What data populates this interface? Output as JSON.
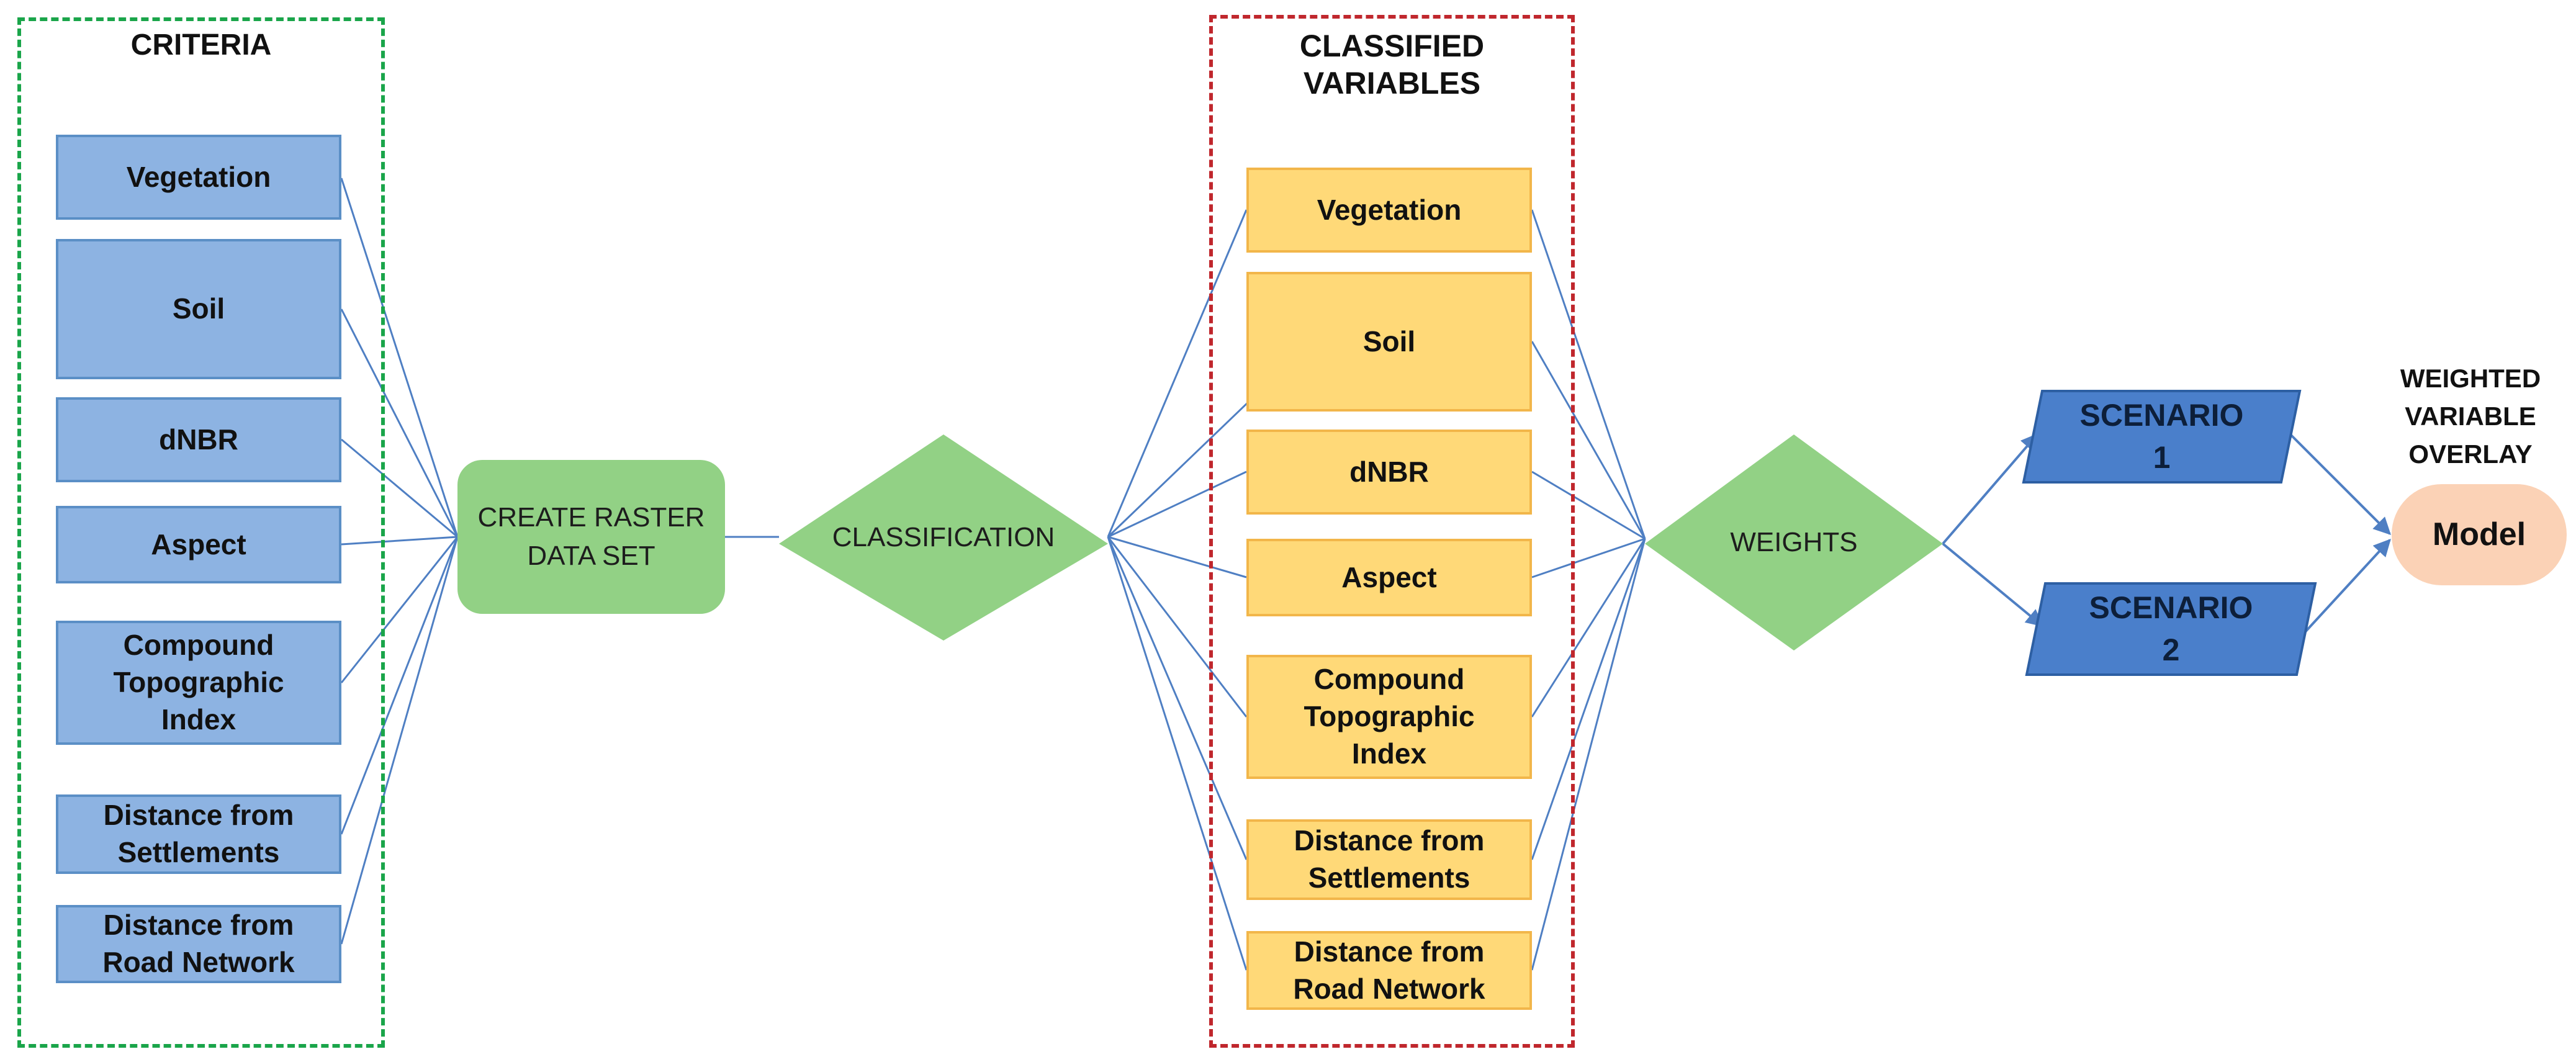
{
  "criteria": {
    "title": "CRITERIA",
    "items": [
      "Vegetation",
      "Soil",
      "dNBR",
      "Aspect",
      "Compound\nTopographic\nIndex",
      "Distance from\nSettlements",
      "Distance from\nRoad Network"
    ]
  },
  "create_raster": {
    "label": "CREATE RASTER\nDATA SET"
  },
  "classification": {
    "label": "CLASSIFICATION"
  },
  "classified": {
    "title": "CLASSIFIED\nVARIABLES",
    "items": [
      "Vegetation",
      "Soil",
      "dNBR",
      "Aspect",
      "Compound\nTopographic\nIndex",
      "Distance from\nSettlements",
      "Distance from\nRoad Network"
    ]
  },
  "weights": {
    "label": "WEIGHTS"
  },
  "scenario1": {
    "label": "SCENARIO\n1"
  },
  "scenario2": {
    "label": "SCENARIO\n2"
  },
  "overlay": {
    "title": "WEIGHTED\nVARIABLE\nOVERLAY"
  },
  "model": {
    "label": "Model"
  },
  "colors": {
    "criteria_fill": "#8db3e2",
    "classified_fill": "#ffd978",
    "process_green": "#92d185",
    "scenario_blue": "#4a7fcb",
    "model_fill": "#fbd2b6",
    "link_line": "#4f7fc3",
    "criteria_frame": "#1aa54a",
    "classified_frame": "#c0272d"
  }
}
